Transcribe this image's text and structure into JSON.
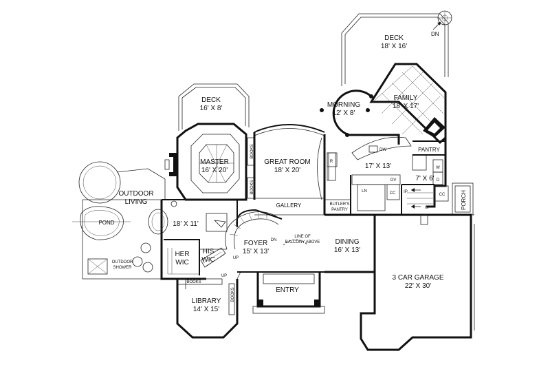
{
  "rooms": {
    "deck_top": {
      "name": "DECK",
      "size": "18' X 16'"
    },
    "dn_top": "DN",
    "family": {
      "name": "FAMILY",
      "size": "18' X 17'"
    },
    "morning": {
      "name": "MORNING",
      "size": "12' X 8'"
    },
    "deck_mid": {
      "name": "DECK",
      "size": "16' X 8'"
    },
    "master": {
      "name": "MASTER",
      "size": "16' X 20'"
    },
    "great_room": {
      "name": "GREAT ROOM",
      "size": "18' X 20'"
    },
    "kitchen": {
      "size": "17' X 13'"
    },
    "pantry": {
      "name": "PANTRY"
    },
    "laundry": {
      "size": "7' X 6'"
    },
    "outdoor_living": {
      "line1": "OUTDOOR",
      "line2": "LIVING"
    },
    "pond": {
      "name": "POND"
    },
    "outdoor_shower": {
      "line1": "OUTDOOR",
      "line2": "SHOWER"
    },
    "master_bath": {
      "size": "18' X 11'"
    },
    "gallery": {
      "name": "GALLERY"
    },
    "butlers_pantry": {
      "line1": "BUTLER'S",
      "line2": "PANTRY"
    },
    "her_wic": {
      "line1": "HER",
      "line2": "WIC"
    },
    "his_wic": {
      "line1": "HIS",
      "line2": "WIC"
    },
    "foyer": {
      "name": "FOYER",
      "size": "15' X 13'"
    },
    "dining": {
      "name": "DINING",
      "size": "16' X 13'"
    },
    "garage": {
      "name": "3 CAR GARAGE",
      "size": "22' X 30'"
    },
    "entry": {
      "name": "ENTRY"
    },
    "library": {
      "name": "LIBRARY",
      "size": "14' X 15'"
    },
    "porch": {
      "name": "PORCH"
    }
  },
  "notes": {
    "balcony_line1": "LINE OF",
    "balcony_line2": "BALCONY ABOVE",
    "books": "BOOKS",
    "dn_stair": "DN",
    "up_stair": "UP",
    "up_stair2": "UP",
    "up_laundry": "UP",
    "dw": "DW",
    "r": "R",
    "ln": "LN",
    "ov": "OV",
    "cc": "CC",
    "cc2": "CC",
    "ip": "IP",
    "w": "W",
    "d": "D"
  }
}
